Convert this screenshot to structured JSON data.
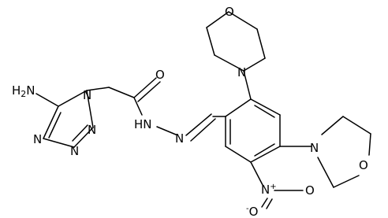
{
  "molecule": {
    "atoms": {
      "nh2_n": "H",
      "nh2_sub": "2",
      "tet_n1": "N",
      "tet_n2": "N",
      "tet_n3": "N",
      "tet_n4": "N",
      "carbonyl_o": "O",
      "hydrazide_nh": "HN",
      "imine_n": "N",
      "morph_top_o": "O",
      "morph_top_n": "N",
      "morph_right_n": "N",
      "morph_right_o": "O",
      "nitro_n": "N",
      "nitro_n_charge": "+",
      "nitro_o_top": "O",
      "nitro_o_left": "O",
      "nitro_o_charge": "-"
    },
    "nh2_label": {
      "main": "H",
      "sub": "2",
      "prefix": "N"
    }
  }
}
